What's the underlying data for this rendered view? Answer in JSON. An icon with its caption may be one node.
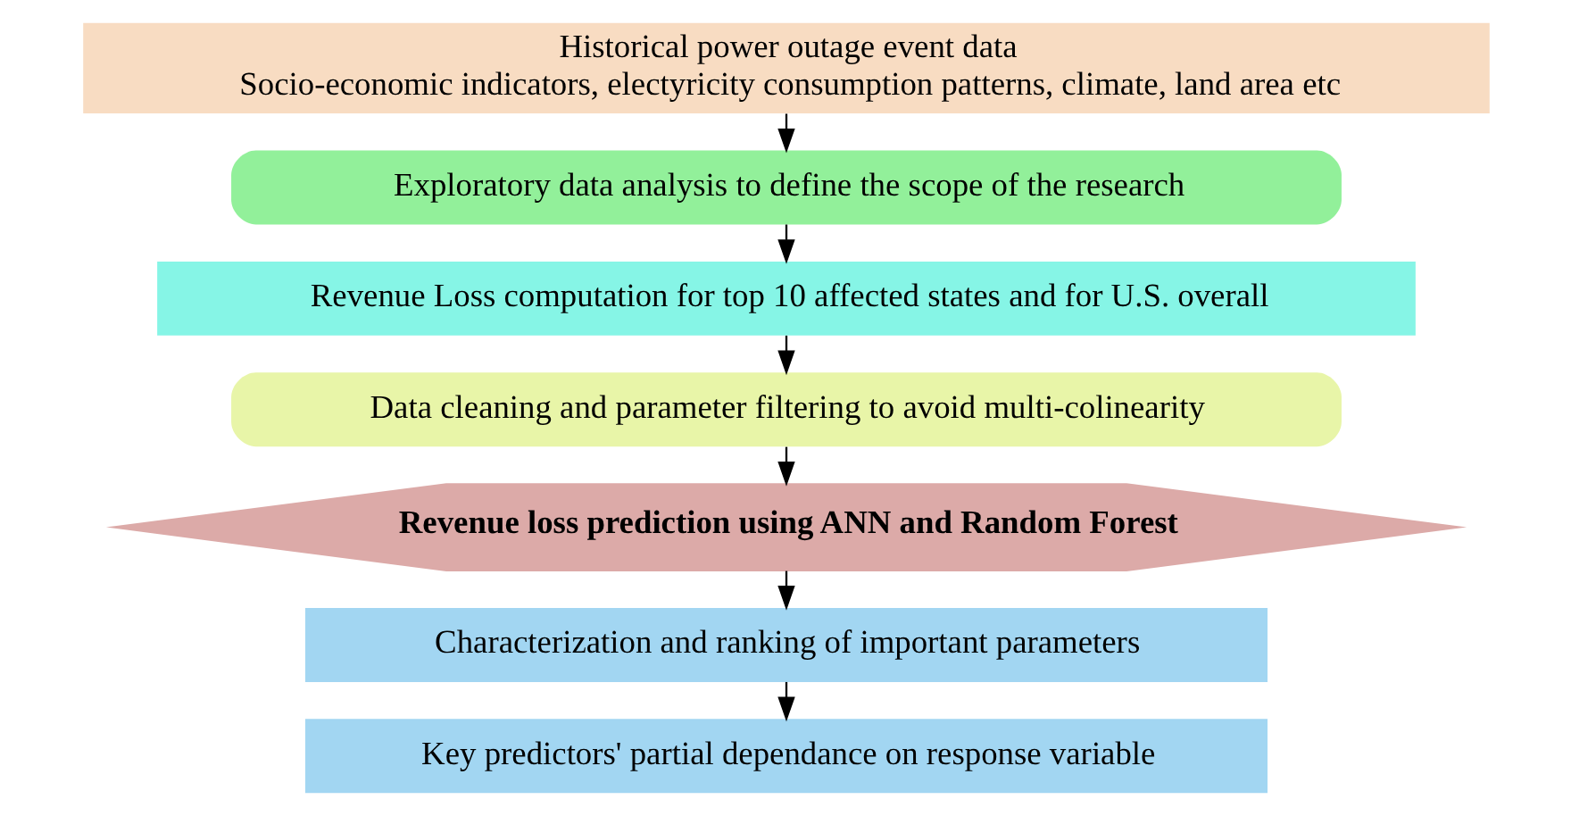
{
  "diagram": {
    "nodes": [
      {
        "text": [
          "Historical power outage event data",
          "Socio-economic indicators, electyricity consumption patterns, climate, land area etc"
        ]
      },
      {
        "text": [
          "Exploratory data analysis to define the scope of the research"
        ]
      },
      {
        "text": [
          "Revenue Loss computation for top 10 affected states and for U.S. overall"
        ]
      },
      {
        "text": [
          "Data cleaning and parameter filtering to avoid multi-colinearity"
        ]
      },
      {
        "text": [
          "Revenue loss prediction using ANN and Random Forest"
        ]
      },
      {
        "text": [
          "Characterization and ranking of important parameters"
        ]
      },
      {
        "text": [
          "Key predictors' partial dependance on response variable"
        ]
      }
    ],
    "edges": [
      {
        "from": 0,
        "to": 1,
        "arrow": "to"
      },
      {
        "from": 1,
        "to": 2,
        "arrow": "to"
      },
      {
        "from": 2,
        "to": 3,
        "arrow": "to"
      },
      {
        "from": 3,
        "to": 4,
        "arrow": "to"
      },
      {
        "from": 4,
        "to": 5,
        "arrow": "to"
      },
      {
        "from": 5,
        "to": 6,
        "arrow": "to"
      }
    ]
  }
}
